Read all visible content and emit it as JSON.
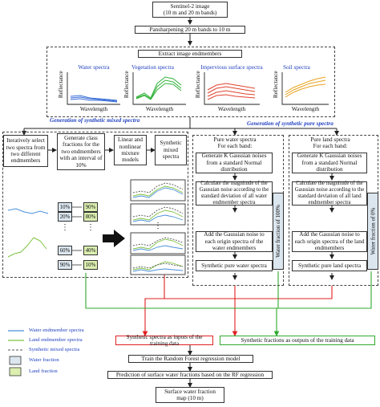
{
  "top": {
    "sentinel": "Sentinel-2 image\n(10 m and 20 m bands)",
    "pansharpen": "Pansharpening 20 m bands to 10 m",
    "extract": "Extract image endmembers"
  },
  "endmembers": [
    {
      "title": "Water spectra",
      "color": "#3a6fd8"
    },
    {
      "title": "Vegetation spectra",
      "color": "#33b33a"
    },
    {
      "title": "Impervious surface spectra",
      "color": "#e0442f"
    },
    {
      "title": "Soil spectra",
      "color": "#e8a21e"
    }
  ],
  "axis": {
    "ylabel": "Reflectance",
    "xlabel": "Wavelength"
  },
  "mixed": {
    "section_title": "Generation of synthetic mixed spectra",
    "step1": "Iteratively select two spectra from two different endmembers",
    "step2": "Generate class fractions for the two endmembers with an interval of 10%",
    "step3": "Linear and nonlinear mixture models",
    "step4": "Synthetic mixed spectra",
    "fractions": [
      {
        "water": "10%",
        "land": "90%"
      },
      {
        "water": "20%",
        "land": "80%"
      },
      {
        "water": "60%",
        "land": "40%"
      },
      {
        "water": "90%",
        "land": "10%"
      }
    ],
    "ellipsis": "⋮"
  },
  "pure": {
    "section_title": "Generation of synthetic pure spectra",
    "water": {
      "head": "Pure water spectra\nFor each band:",
      "s1": "Generate K Gaussian noises from a standard Normal distribution",
      "s2": "Calculate the magnitude of the Gaussian noise according to the standard deviation of all water endmember spectra",
      "s3": "Add the Gaussian noise to each origin spectra of the water endmembers",
      "s4": "Synthetic pure water spectra",
      "frac": "Water fraction of 100%"
    },
    "land": {
      "head": "Pure land spectra\nFor each band:",
      "s1": "Generate K Gaussian noises from a standard Normal distribution",
      "s2": "Calculate the magnitude of the Gaussian noise according to the standard deviation of all land endmember spectra",
      "s3": "Add the Gaussian noise to each origin spectra of the land endmembers",
      "s4": "Synthetic pure land spectra",
      "frac": "Water fraction of 0%"
    }
  },
  "legend": [
    {
      "label": "Water endmember spectra",
      "kind": "line",
      "color": "#4a90d9"
    },
    {
      "label": "Land endmember spectra",
      "kind": "line",
      "color": "#7fc241"
    },
    {
      "label": "Synthetic mixed spectra",
      "kind": "dash",
      "color": "#555555"
    },
    {
      "label": "Water fraction",
      "kind": "box",
      "color": "#dbe6ef"
    },
    {
      "label": "Land fraction",
      "kind": "box",
      "color": "#dcefb0"
    }
  ],
  "bottom": {
    "inputs": "Synthetic spectra as inputs of the training data",
    "outputs": "Synthetic fractions as outputs of the training data",
    "train": "Train the Random Forest regression model",
    "predict": "Prediction of surface water fractions based on the RF regression",
    "map": "Surface water fraction\nmap (10 m)"
  },
  "colors": {
    "red": "#e02020",
    "green": "#2faa2f",
    "water_box": "#dbe6ef",
    "land_box": "#dcefb0",
    "title_blue": "#1f3fbf"
  }
}
